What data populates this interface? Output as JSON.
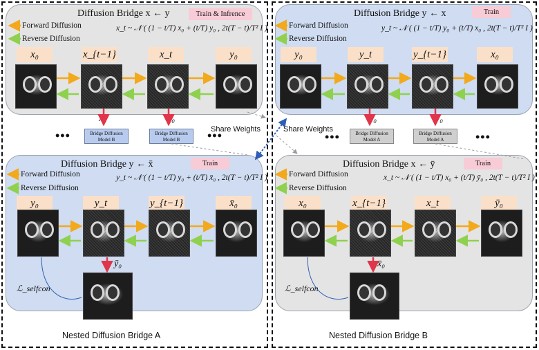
{
  "captions": {
    "left": "Nested  Diffusion Bridge  A",
    "right": "Nested Diffusion Bridge  B"
  },
  "share_weights": "Share Weights",
  "ellipsis": "•••",
  "legend": {
    "forward": "Forward Diffusion",
    "reverse": "Reverse Diffusion"
  },
  "colors": {
    "forward": "#f2a91c",
    "reverse": "#8fd14f",
    "output": "#e0354a",
    "panel_gray": "#e4e4e4",
    "panel_blue": "#cfdcf1",
    "badge": "#f8ccd6"
  },
  "panels": {
    "tl": {
      "title": "Diffusion Bridge  x ← y",
      "badge": "Train & Infrence",
      "formula": "x_t ~ 𝒩 ( (1 − t/T) x₀ + (t/T) y₀ ,  2t(T − t)/T² I )",
      "labels": [
        "x₀",
        "x_{t−1}",
        "x_t",
        "y₀"
      ],
      "output_labels": [
        "x̄₀",
        "x̄₀"
      ],
      "models": [
        "Bridge Diffusion\nModel B",
        "Bridge Diffusion\nModel B"
      ]
    },
    "tr": {
      "title": "Diffusion Bridge  y ← x",
      "badge": "Train",
      "formula": "y_t ~ 𝒩 ( (1 − t/T) y₀ + (t/T) x₀ ,  2t(T − t)/T² I )",
      "labels": [
        "y₀",
        "y_t",
        "y_{t−1}",
        "x₀"
      ],
      "output_labels": [
        "ȳ₀",
        "ȳ₀"
      ],
      "models": [
        "Bridge Diffusion\nModel A",
        "Bridge Diffusion\nModel A"
      ]
    },
    "bl": {
      "title": "Diffusion Bridge  y ← x̄",
      "badge": "Train",
      "formula": "y_t ~ 𝒩 ( (1 − t/T) y₀ + (t/T) x̄₀ ,  2t(T − t)/T² I )",
      "labels": [
        "y₀",
        "y_t",
        "y_{t−1}",
        "x̄₀"
      ],
      "output_label": "ȳ₀",
      "loss": "ℒ_selfcon"
    },
    "br": {
      "title": "Diffusion Bridge  x ← ȳ",
      "badge": "Train",
      "formula": "x_t ~ 𝒩 ( (1 − t/T) x₀ + (t/T) ȳ₀ ,  2t(T − t)/T² I )",
      "labels": [
        "x₀",
        "x_{t−1}",
        "x_t",
        "ȳ₀"
      ],
      "output_label": "x̄₀",
      "loss": "ℒ_selfcon"
    }
  }
}
